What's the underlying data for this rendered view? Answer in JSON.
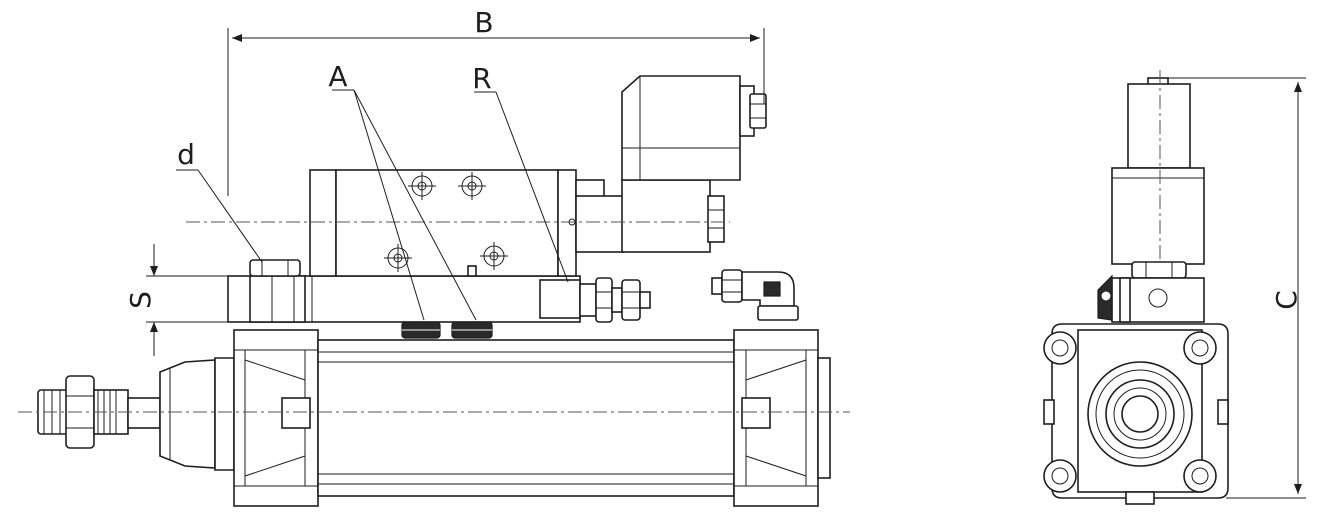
{
  "labels": {
    "B": "B",
    "A": "A",
    "R": "R",
    "d": "d",
    "S": "S",
    "C": "C"
  },
  "colors": {
    "line": "#1e1e1e",
    "background": "#ffffff"
  }
}
